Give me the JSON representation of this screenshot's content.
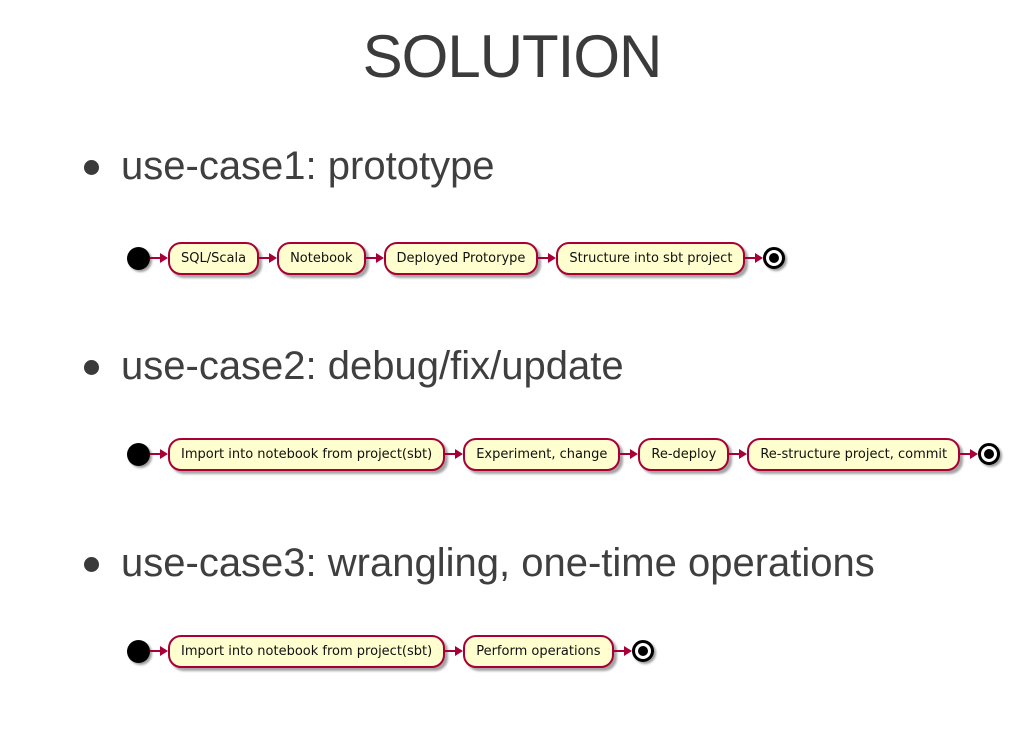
{
  "slide": {
    "title": "SOLUTION",
    "colors": {
      "activity_fill": "#FEFECE",
      "activity_border": "#A80036",
      "arrow": "#A80036",
      "heading_text": "#3B3B3B",
      "body_text": "#3F3F3F"
    },
    "sections": [
      {
        "bullet": "use-case1: prototype",
        "diagram": {
          "start": "initial-state",
          "steps": [
            "SQL/Scala",
            "Notebook",
            "Deployed Protorype",
            "Structure into sbt project"
          ],
          "end": "final-state"
        }
      },
      {
        "bullet": "use-case2: debug/fix/update",
        "diagram": {
          "start": "initial-state",
          "steps": [
            "Import into notebook from project(sbt)",
            "Experiment, change",
            "Re-deploy",
            "Re-structure project, commit"
          ],
          "end": "final-state"
        }
      },
      {
        "bullet": "use-case3: wrangling, one-time operations",
        "diagram": {
          "start": "initial-state",
          "steps": [
            "Import into notebook from project(sbt)",
            "Perform operations"
          ],
          "end": "final-state"
        }
      }
    ]
  }
}
